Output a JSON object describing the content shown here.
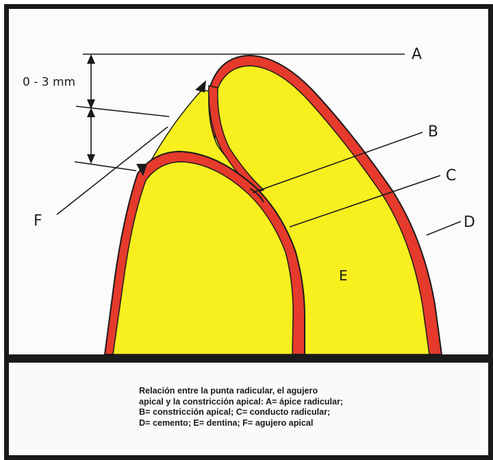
{
  "diagram": {
    "labels": {
      "a": "A",
      "b": "B",
      "c": "C",
      "d": "D",
      "e": "E",
      "f": "F"
    },
    "measurement": "0 - 3 mm",
    "colors": {
      "dentin": "#f7ef1e",
      "cementum": "#e53a2c",
      "outline": "#1a1a1a"
    }
  },
  "caption": {
    "lines": [
      "Relación entre la punta radicular, el agujero",
      "apical y la constricción apical: A= ápice radicular;",
      "B= constricción apical; C= conducto radicular;",
      "D= cemento; E= dentina; F= agujero apical"
    ]
  }
}
